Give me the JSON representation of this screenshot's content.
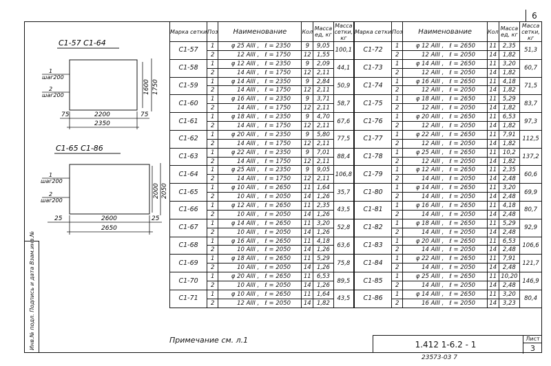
{
  "page": {
    "number": "6",
    "sheet_label": "Лист",
    "sheet_number": "3",
    "doc_code": "1.412 1-6.2 - 1",
    "bottom_code": "23573-03 7",
    "note": "Примечание  см. л.1",
    "side_label": "Инв.№ подл. Подпись и дата Взам.инв.№"
  },
  "drawings": {
    "top": {
      "title": "С1-57  С1-64",
      "rod1": "1",
      "rod1_step": "шаг200",
      "rod2": "2",
      "rod2_step": "шаг200",
      "dim_h1": "1600",
      "dim_h2": "1750",
      "dim_left": "75",
      "dim_mid": "2200",
      "dim_right": "75",
      "dim_total": "2350"
    },
    "bottom": {
      "title": "С1-65  С1-86",
      "rod1": "1",
      "rod1_step": "шаг200",
      "rod2": "2",
      "rod2_step": "шаг200",
      "dim_h1": "2000",
      "dim_h2": "2050",
      "dim_left": "25",
      "dim_mid": "2600",
      "dim_right": "25",
      "dim_total": "2650"
    }
  },
  "headers": {
    "mark": "Марка сетки",
    "pos": "Поз",
    "name": "Наименование",
    "qty": "Кол",
    "mass_unit": "Масса ед, кг",
    "mass_mesh": "Масса сетки, кг"
  },
  "left_table": [
    {
      "mark": "С1-57",
      "rows": [
        {
          "pos": "1",
          "a": "φ 25 AIII ,",
          "b": "ℓ = 2350",
          "qty": "9",
          "m": "9,05"
        },
        {
          "pos": "2",
          "a": "12 AIII ,",
          "b": "ℓ = 1750",
          "qty": "12",
          "m": "1,55"
        }
      ],
      "total": "100,1"
    },
    {
      "mark": "С1-58",
      "rows": [
        {
          "pos": "1",
          "a": "φ 12 AIII ,",
          "b": "ℓ = 2350",
          "qty": "9",
          "m": "2,09"
        },
        {
          "pos": "2",
          "a": "14 AIII ,",
          "b": "ℓ = 1750",
          "qty": "12",
          "m": "2,11"
        }
      ],
      "total": "44,1"
    },
    {
      "mark": "С1-59",
      "rows": [
        {
          "pos": "1",
          "a": "φ 14 AIII ,",
          "b": "ℓ = 2350",
          "qty": "9",
          "m": "2,84"
        },
        {
          "pos": "2",
          "a": "14 AIII ,",
          "b": "ℓ = 1750",
          "qty": "12",
          "m": "2,11"
        }
      ],
      "total": "50,9"
    },
    {
      "mark": "С1-60",
      "rows": [
        {
          "pos": "1",
          "a": "φ 16 AIII ,",
          "b": "ℓ = 2350",
          "qty": "9",
          "m": "3,71"
        },
        {
          "pos": "2",
          "a": "14 AIII ,",
          "b": "ℓ = 1750",
          "qty": "12",
          "m": "2,11"
        }
      ],
      "total": "58,7"
    },
    {
      "mark": "С1-61",
      "rows": [
        {
          "pos": "1",
          "a": "φ 18 AIII ,",
          "b": "ℓ = 2350",
          "qty": "9",
          "m": "4,70"
        },
        {
          "pos": "2",
          "a": "14 AIII ,",
          "b": "ℓ = 1750",
          "qty": "12",
          "m": "2,11"
        }
      ],
      "total": "67,6"
    },
    {
      "mark": "С1-62",
      "rows": [
        {
          "pos": "1",
          "a": "φ 20 AIII ,",
          "b": "ℓ = 2350",
          "qty": "9",
          "m": "5,80"
        },
        {
          "pos": "2",
          "a": "14 AIII ,",
          "b": "ℓ = 1750",
          "qty": "12",
          "m": "2,11"
        }
      ],
      "total": "77,5"
    },
    {
      "mark": "С1-63",
      "rows": [
        {
          "pos": "1",
          "a": "φ 22 AIII ,",
          "b": "ℓ = 2350",
          "qty": "9",
          "m": "7,01"
        },
        {
          "pos": "2",
          "a": "14 AIII ,",
          "b": "ℓ = 1750",
          "qty": "12",
          "m": "2,11"
        }
      ],
      "total": "88,4"
    },
    {
      "mark": "С1-64",
      "rows": [
        {
          "pos": "1",
          "a": "φ 25 AIII ,",
          "b": "ℓ = 2350",
          "qty": "9",
          "m": "9,05"
        },
        {
          "pos": "2",
          "a": "14 AIII ,",
          "b": "ℓ = 1750",
          "qty": "12",
          "m": "2,11"
        }
      ],
      "total": "106,8"
    },
    {
      "mark": "С1-65",
      "rows": [
        {
          "pos": "1",
          "a": "φ 10 AIII ,",
          "b": "ℓ = 2650",
          "qty": "11",
          "m": "1,64"
        },
        {
          "pos": "2",
          "a": "10 AIII ,",
          "b": "ℓ = 2050",
          "qty": "14",
          "m": "1,26"
        }
      ],
      "total": "35,7"
    },
    {
      "mark": "С1-66",
      "rows": [
        {
          "pos": "1",
          "a": "φ 12 AIII ,",
          "b": "ℓ = 2650",
          "qty": "11",
          "m": "2,35"
        },
        {
          "pos": "2",
          "a": "10 AIII ,",
          "b": "ℓ = 2050",
          "qty": "14",
          "m": "1,26"
        }
      ],
      "total": "43,5"
    },
    {
      "mark": "С1-67",
      "rows": [
        {
          "pos": "1",
          "a": "φ 14 AIII ,",
          "b": "ℓ = 2650",
          "qty": "11",
          "m": "3,20"
        },
        {
          "pos": "2",
          "a": "10 AIII ,",
          "b": "ℓ = 2050",
          "qty": "14",
          "m": "1,26"
        }
      ],
      "total": "52,8"
    },
    {
      "mark": "С1-68",
      "rows": [
        {
          "pos": "1",
          "a": "φ 16 AIII ,",
          "b": "ℓ = 2650",
          "qty": "11",
          "m": "4,18"
        },
        {
          "pos": "2",
          "a": "10 AIII ,",
          "b": "ℓ = 2050",
          "qty": "14",
          "m": "1,26"
        }
      ],
      "total": "63,6"
    },
    {
      "mark": "С1-69",
      "rows": [
        {
          "pos": "1",
          "a": "φ 18 AIII ,",
          "b": "ℓ = 2650",
          "qty": "11",
          "m": "5,29"
        },
        {
          "pos": "2",
          "a": "10 AIII ,",
          "b": "ℓ = 2050",
          "qty": "14",
          "m": "1,26"
        }
      ],
      "total": "75,8"
    },
    {
      "mark": "С1-70",
      "rows": [
        {
          "pos": "1",
          "a": "φ 20 AIII ,",
          "b": "ℓ = 2650",
          "qty": "11",
          "m": "6,53"
        },
        {
          "pos": "2",
          "a": "10 AIII ,",
          "b": "ℓ = 2050",
          "qty": "14",
          "m": "1,26"
        }
      ],
      "total": "89,5"
    },
    {
      "mark": "С1-71",
      "rows": [
        {
          "pos": "1",
          "a": "φ 10 AIII ,",
          "b": "ℓ = 2650",
          "qty": "11",
          "m": "1,64"
        },
        {
          "pos": "2",
          "a": "12 AIII ,",
          "b": "ℓ = 2050",
          "qty": "14",
          "m": "1,82"
        }
      ],
      "total": "43,5"
    }
  ],
  "right_table": [
    {
      "mark": "С1-72",
      "rows": [
        {
          "pos": "1",
          "a": "φ 12 AIII ,",
          "b": "ℓ = 2650",
          "qty": "11",
          "m": "2,35"
        },
        {
          "pos": "2",
          "a": "12 AIII ,",
          "b": "ℓ = 2050",
          "qty": "14",
          "m": "1,82"
        }
      ],
      "total": "51,3"
    },
    {
      "mark": "С1-73",
      "rows": [
        {
          "pos": "1",
          "a": "φ 14 AIII ,",
          "b": "ℓ = 2650",
          "qty": "11",
          "m": "3,20"
        },
        {
          "pos": "2",
          "a": "12 AIII ,",
          "b": "ℓ = 2050",
          "qty": "14",
          "m": "1,82"
        }
      ],
      "total": "60,7"
    },
    {
      "mark": "С1-74",
      "rows": [
        {
          "pos": "1",
          "a": "φ 16 AIII ,",
          "b": "ℓ = 2650",
          "qty": "11",
          "m": "4,18"
        },
        {
          "pos": "2",
          "a": "12 AIII ,",
          "b": "ℓ = 2050",
          "qty": "14",
          "m": "1,82"
        }
      ],
      "total": "71,5"
    },
    {
      "mark": "С1-75",
      "rows": [
        {
          "pos": "1",
          "a": "φ 18 AIII ,",
          "b": "ℓ = 2650",
          "qty": "11",
          "m": "5,29"
        },
        {
          "pos": "2",
          "a": "12 AIII ,",
          "b": "ℓ = 2050",
          "qty": "14",
          "m": "1,82"
        }
      ],
      "total": "83,7"
    },
    {
      "mark": "С1-76",
      "rows": [
        {
          "pos": "1",
          "a": "φ 20 AIII ,",
          "b": "ℓ = 2650",
          "qty": "11",
          "m": "6,53"
        },
        {
          "pos": "2",
          "a": "12 AIII ,",
          "b": "ℓ = 2050",
          "qty": "14",
          "m": "1,82"
        }
      ],
      "total": "97,3"
    },
    {
      "mark": "С1-77",
      "rows": [
        {
          "pos": "1",
          "a": "φ 22 AIII ,",
          "b": "ℓ = 2650",
          "qty": "11",
          "m": "7,91"
        },
        {
          "pos": "2",
          "a": "12 AIII ,",
          "b": "ℓ = 2050",
          "qty": "14",
          "m": "1,82"
        }
      ],
      "total": "112,5"
    },
    {
      "mark": "С1-78",
      "rows": [
        {
          "pos": "1",
          "a": "φ 25 AIII ,",
          "b": "ℓ = 2650",
          "qty": "11",
          "m": "10,2"
        },
        {
          "pos": "2",
          "a": "12 AIII ,",
          "b": "ℓ = 2050",
          "qty": "14",
          "m": "1,82"
        }
      ],
      "total": "137,2"
    },
    {
      "mark": "С1-79",
      "rows": [
        {
          "pos": "1",
          "a": "φ 12 AIII ,",
          "b": "ℓ = 2650",
          "qty": "11",
          "m": "2,35"
        },
        {
          "pos": "2",
          "a": "14 AIII ,",
          "b": "ℓ = 2050",
          "qty": "14",
          "m": "2,48"
        }
      ],
      "total": "60,6"
    },
    {
      "mark": "С1-80",
      "rows": [
        {
          "pos": "1",
          "a": "φ 14 AIII ,",
          "b": "ℓ = 2650",
          "qty": "11",
          "m": "3,20"
        },
        {
          "pos": "2",
          "a": "14 AIII ,",
          "b": "ℓ = 2050",
          "qty": "14",
          "m": "2,48"
        }
      ],
      "total": "69,9"
    },
    {
      "mark": "С1-81",
      "rows": [
        {
          "pos": "1",
          "a": "φ 16 AIII ,",
          "b": "ℓ = 2650",
          "qty": "11",
          "m": "4,18"
        },
        {
          "pos": "2",
          "a": "14 AIII ,",
          "b": "ℓ = 2050",
          "qty": "14",
          "m": "2,48"
        }
      ],
      "total": "80,7"
    },
    {
      "mark": "С1-82",
      "rows": [
        {
          "pos": "1",
          "a": "φ 18 AIII ,",
          "b": "ℓ = 2650",
          "qty": "11",
          "m": "5,29"
        },
        {
          "pos": "2",
          "a": "14 AIII ,",
          "b": "ℓ = 2050",
          "qty": "14",
          "m": "2,48"
        }
      ],
      "total": "92,9"
    },
    {
      "mark": "С1-83",
      "rows": [
        {
          "pos": "1",
          "a": "φ 20 AIII ,",
          "b": "ℓ = 2650",
          "qty": "11",
          "m": "6,53"
        },
        {
          "pos": "2",
          "a": "14 AIII ,",
          "b": "ℓ = 2050",
          "qty": "14",
          "m": "2,48"
        }
      ],
      "total": "106,6"
    },
    {
      "mark": "С1-84",
      "rows": [
        {
          "pos": "1",
          "a": "φ 22 AIII ,",
          "b": "ℓ = 2650",
          "qty": "11",
          "m": "7,91"
        },
        {
          "pos": "2",
          "a": "14 AIII ,",
          "b": "ℓ = 2050",
          "qty": "14",
          "m": "2,48"
        }
      ],
      "total": "121,7"
    },
    {
      "mark": "С1-85",
      "rows": [
        {
          "pos": "1",
          "a": "φ 25 AIII ,",
          "b": "ℓ = 2650",
          "qty": "11",
          "m": "10,20"
        },
        {
          "pos": "2",
          "a": "14 AIII ,",
          "b": "ℓ = 2050",
          "qty": "14",
          "m": "2,48"
        }
      ],
      "total": "146,9"
    },
    {
      "mark": "С1-86",
      "rows": [
        {
          "pos": "1",
          "a": "φ 14 AIII ,",
          "b": "ℓ = 2650",
          "qty": "11",
          "m": "3,20"
        },
        {
          "pos": "2",
          "a": "16 AIII ,",
          "b": "ℓ = 2050",
          "qty": "14",
          "m": "3,23"
        }
      ],
      "total": "80,4"
    }
  ]
}
